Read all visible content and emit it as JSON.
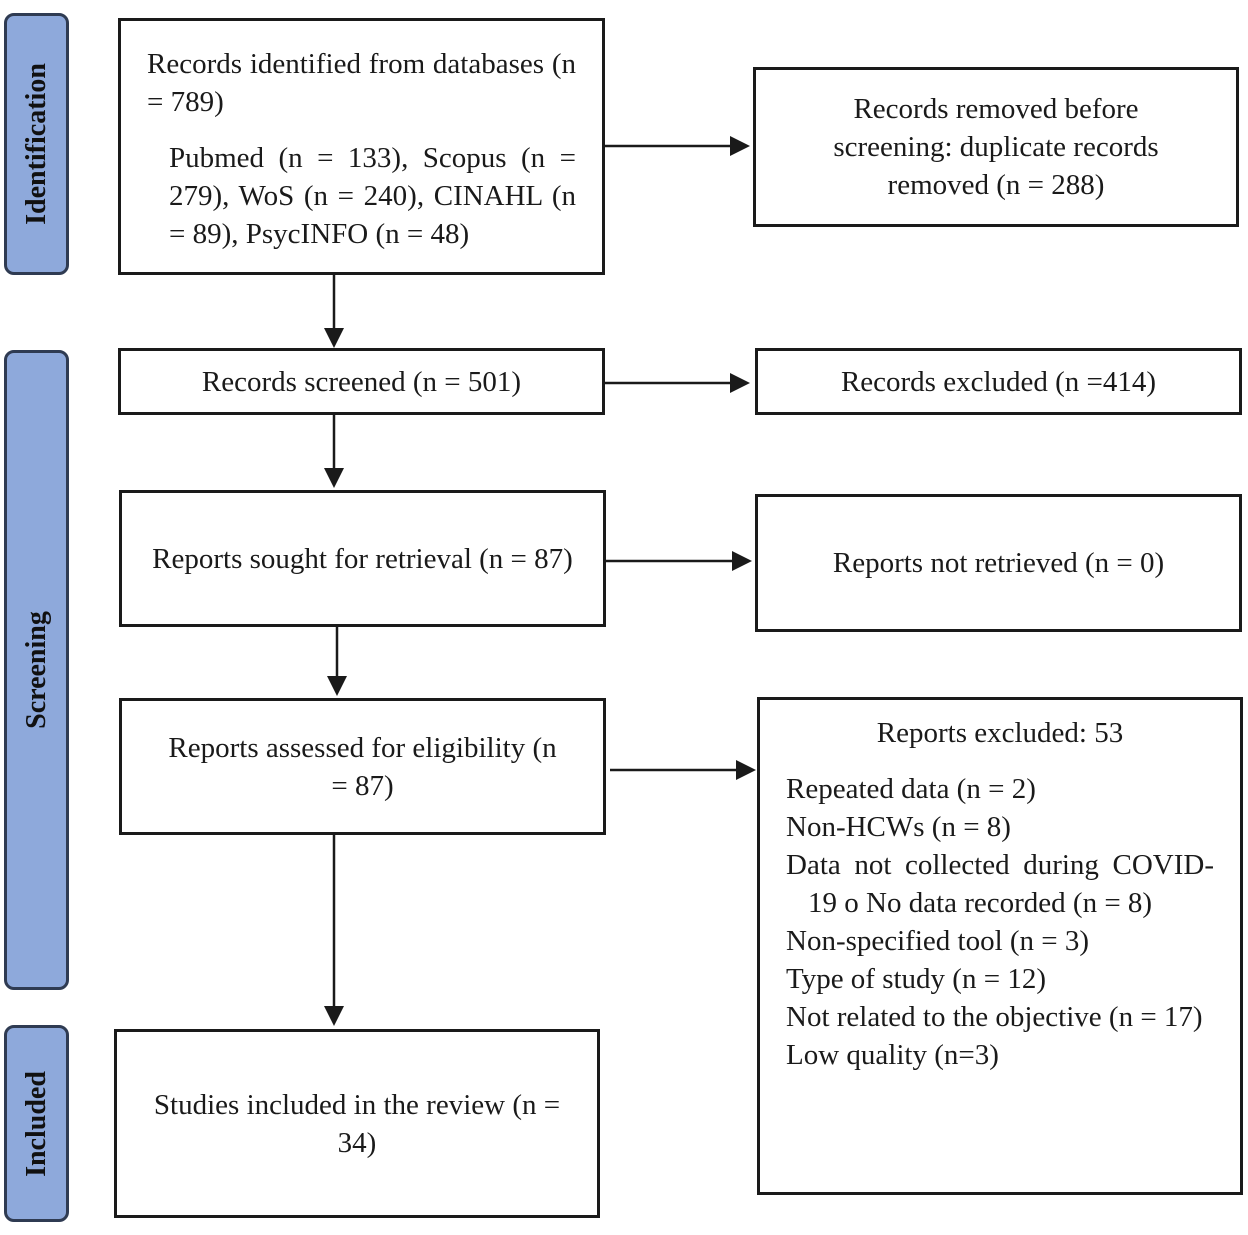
{
  "phases": {
    "identification": "Identification",
    "screening": "Screening",
    "included": "Included"
  },
  "identification": {
    "records_identified": "Records identified from databases (n = 789)",
    "databases": "Pubmed (n = 133), Scopus (n = 279), WoS (n = 240), CINAHL (n = 89), PsycINFO (n = 48)",
    "records_removed": "Records removed before screening: duplicate records removed (n = 288)"
  },
  "screening": {
    "records_screened": "Records screened (n = 501)",
    "records_excluded": "Records excluded (n =414)",
    "reports_sought": "Reports sought for retrieval (n = 87)",
    "reports_not_retrieved": "Reports not retrieved (n = 0)",
    "reports_assessed": "Reports assessed for eligibility (n = 87)",
    "reports_excluded": {
      "title": "Reports excluded: 53",
      "items": [
        "Repeated data (n = 2)",
        "Non-HCWs (n = 8)",
        "Data not collected during COVID-19 o No data recorded (n = 8)",
        "Non-specified tool (n = 3)",
        "Type of study (n = 12)",
        "Not related to the objective (n = 17)",
        "Low quality (n=3)"
      ]
    }
  },
  "included": {
    "studies_included": "Studies included in the review (n = 34)"
  }
}
